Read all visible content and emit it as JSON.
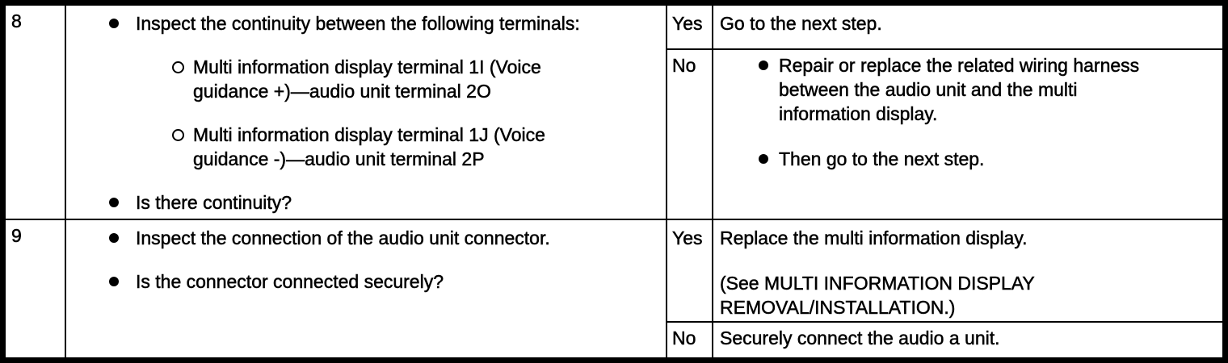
{
  "document": {
    "kind": "troubleshooting-inspection-table",
    "colors": {
      "background": "#ffffff",
      "text": "#000000",
      "border": "#000000"
    }
  },
  "table": {
    "steps": [
      {
        "step": "8",
        "actions": [
          {
            "style": "bullet",
            "text": "Inspect the continuity between the following terminals:"
          },
          {
            "style": "circle",
            "text": "Multi information display terminal 1I (Voice\nguidance +)—audio unit terminal 2O"
          },
          {
            "style": "circle",
            "text": "Multi information display terminal 1J (Voice\nguidance -)—audio unit terminal 2P"
          },
          {
            "style": "bullet",
            "text": "Is there continuity?"
          }
        ],
        "yes": {
          "label": "Yes",
          "items": [
            {
              "style": "plain",
              "text": "Go to the next step."
            }
          ]
        },
        "no": {
          "label": "No",
          "items": [
            {
              "style": "bullet",
              "text": "Repair or replace the related wiring harness\nbetween the audio unit and the multi\ninformation display."
            },
            {
              "style": "bullet",
              "text": "Then go to the next step."
            }
          ]
        }
      },
      {
        "step": "9",
        "actions": [
          {
            "style": "bullet",
            "text": "Inspect the connection of the audio unit connector."
          },
          {
            "style": "bullet",
            "text": "Is the connector connected securely?"
          }
        ],
        "yes": {
          "label": "Yes",
          "items": [
            {
              "style": "plain",
              "text": "Replace the multi information display."
            },
            {
              "style": "plain",
              "text": "(See MULTI INFORMATION DISPLAY\nREMOVAL/INSTALLATION.)"
            }
          ]
        },
        "no": {
          "label": "No",
          "items": [
            {
              "style": "plain",
              "text": "Securely connect the audio a unit."
            }
          ]
        }
      }
    ]
  }
}
